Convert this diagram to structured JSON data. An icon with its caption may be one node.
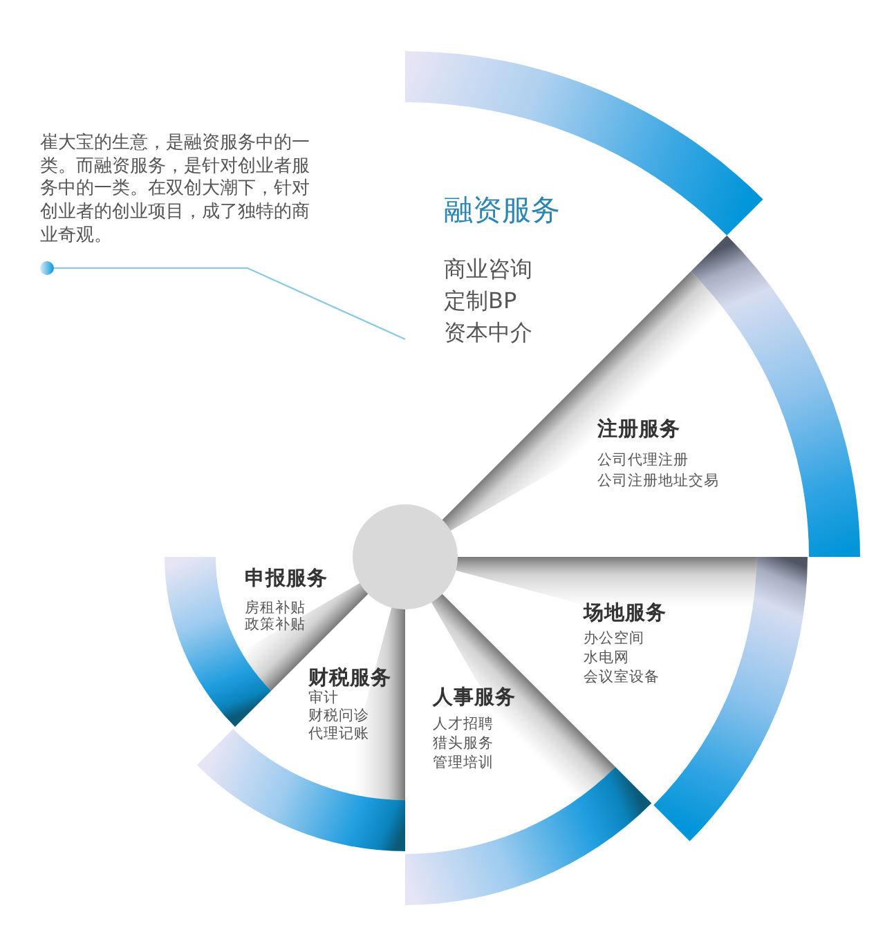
{
  "diagram": {
    "nodes": [
      {
        "text": [
          "崔大宝的生意，是融资服务中的一类。而融资服务，是针对创业者服务中的一类。在双创大潮下，针对创业者的创业项目，成了独特的商业奇观。"
        ]
      },
      {
        "text": [
          "融资服务",
          "商业咨询",
          "定制BP",
          "资本中介"
        ]
      },
      {
        "text": [
          "注册服务",
          "公司代理注册",
          "公司注册地址交易"
        ]
      },
      {
        "text": [
          "场地服务",
          "办公空间",
          "水电网",
          "会议室设备"
        ]
      },
      {
        "text": [
          "人事服务",
          "人才招聘",
          "猎头服务",
          "管理培训"
        ]
      },
      {
        "text": [
          "财税服务",
          "审计",
          "财税问诊",
          "代理记账"
        ]
      },
      {
        "text": [
          "申报服务",
          "房租补贴",
          "政策补贴"
        ]
      },
      {
        "text": [],
        "shape": "circle"
      }
    ],
    "edges": [
      {
        "from": 0,
        "to": 1,
        "arrow": "other"
      }
    ]
  }
}
